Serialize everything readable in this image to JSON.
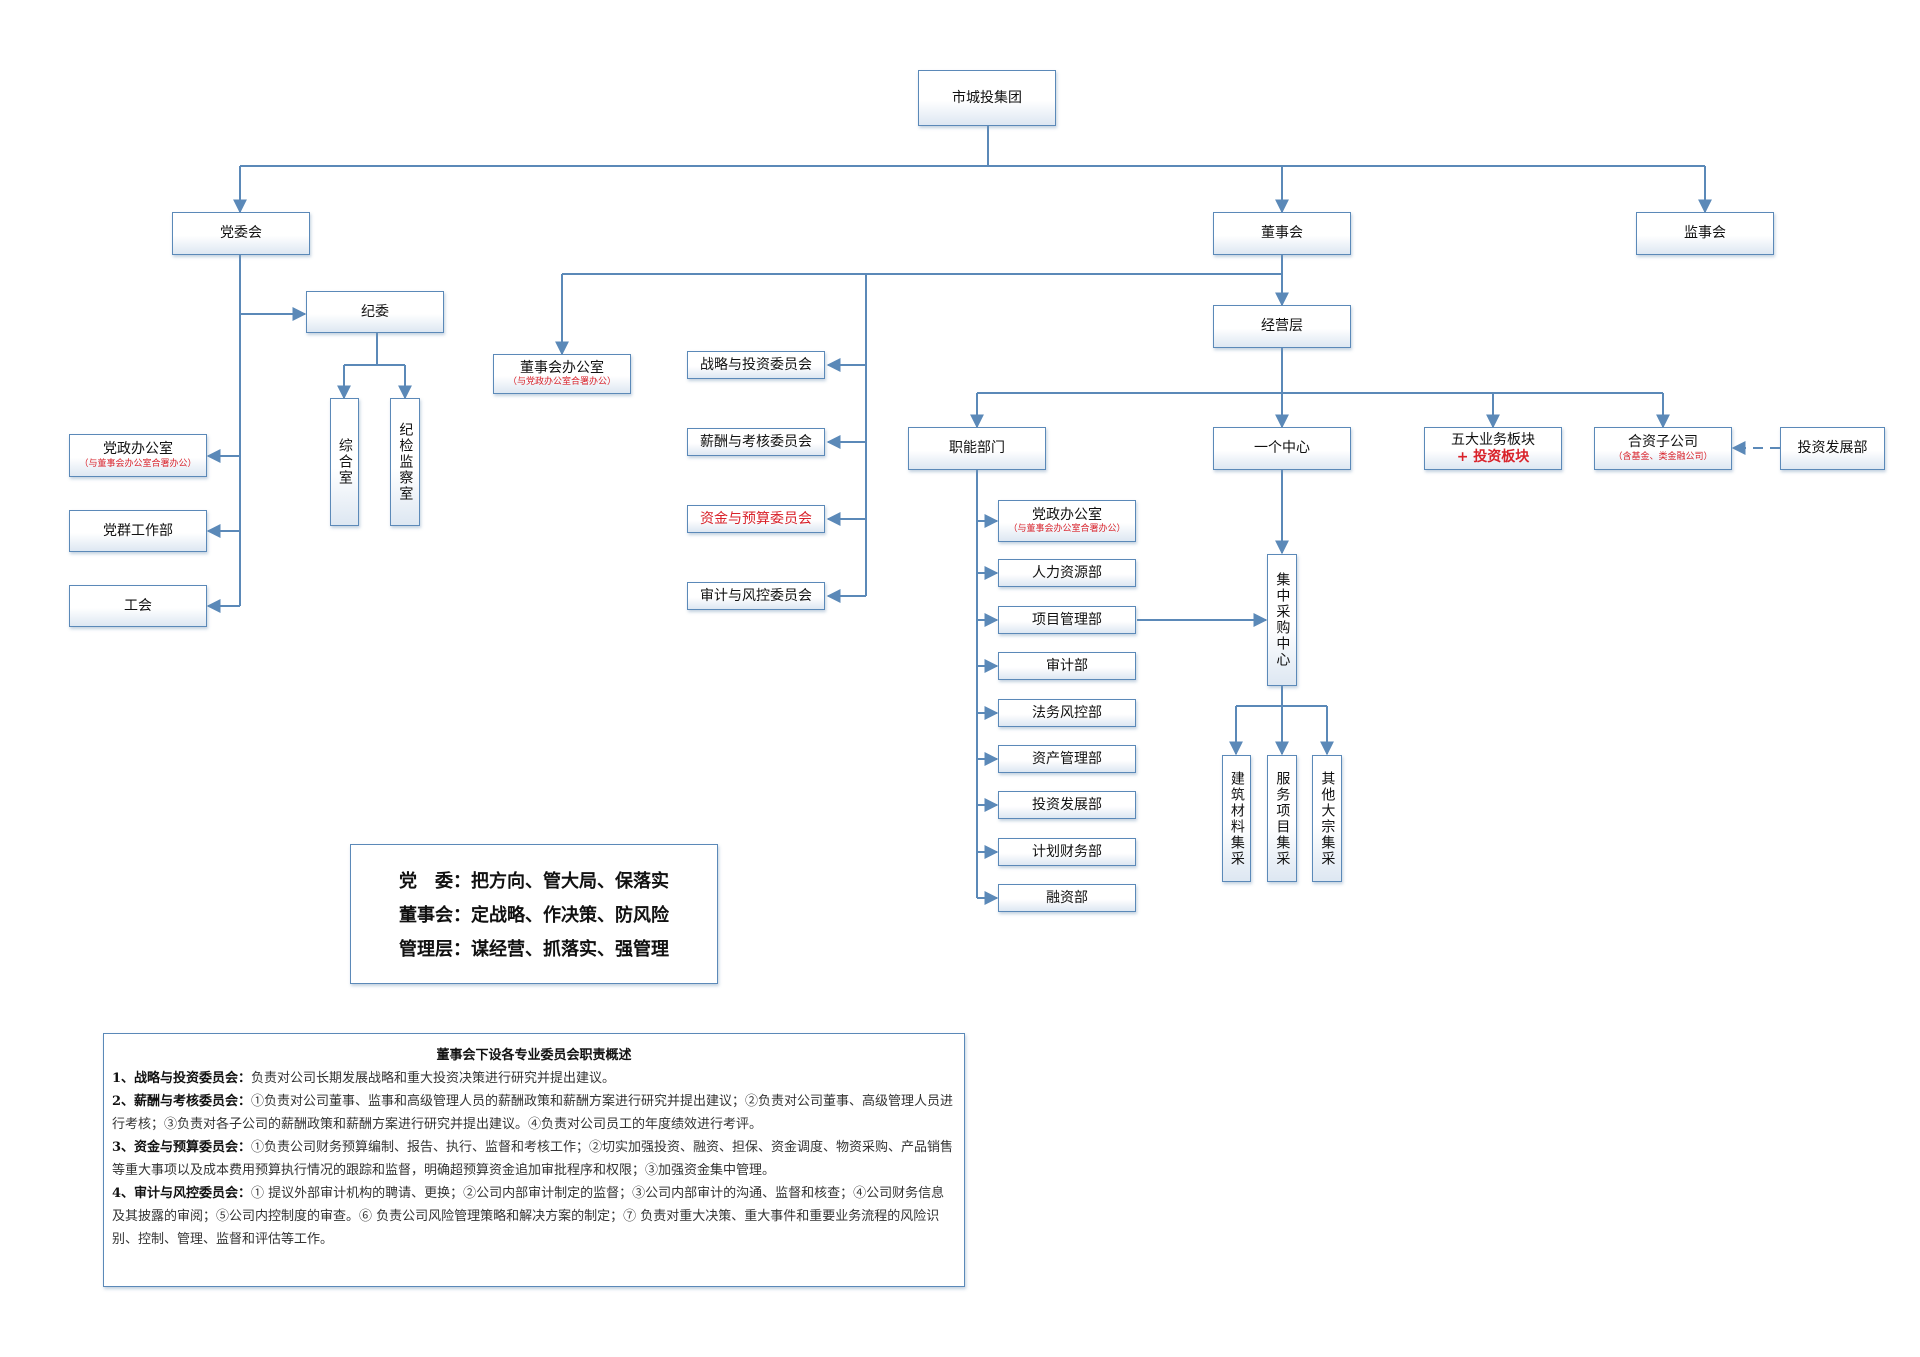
{
  "org": {
    "root": "市城投集团",
    "party_committee": "党委会",
    "board": "董事会",
    "supervisory_board": "监事会",
    "discipline": "纪委",
    "general_office": "综合室",
    "inspection_office": "纪检监察室",
    "party_office": {
      "label": "党政办公室",
      "note": "（与董事会办公室合署办公）"
    },
    "mass_work": "党群工作部",
    "union": "工会",
    "board_office": {
      "label": "董事会办公室",
      "note": "（与党政办公室合署办公）"
    },
    "committees": [
      "战略与投资委员会",
      "薪酬与考核委员会",
      "资金与预算委员会",
      "审计与风控委员会"
    ],
    "management": "经营层",
    "functional_depts": "职能部门",
    "one_center": "一个中心",
    "five_sectors": {
      "label": "五大业务板块",
      "extra": "+ 投资板块"
    },
    "jv": {
      "label": "合资子公司",
      "note": "（含基金、类金融公司）"
    },
    "invest_dev_external": "投资发展部",
    "depts": [
      {
        "label": "党政办公室",
        "note": "（与董事会办公室合署办公）"
      },
      {
        "label": "人力资源部"
      },
      {
        "label": "项目管理部"
      },
      {
        "label": "审计部"
      },
      {
        "label": "法务风控部"
      },
      {
        "label": "资产管理部"
      },
      {
        "label": "投资发展部"
      },
      {
        "label": "计划财务部"
      },
      {
        "label": "融资部"
      }
    ],
    "procurement_center": "集中采购中心",
    "procurement_subs": [
      "建筑材料集采",
      "服务项目集采",
      "其他大宗集采"
    ]
  },
  "duties": [
    "党　委：把方向、管大局、保落实",
    "董事会：定战略、作决策、防风险",
    "管理层：谋经营、抓落实、强管理"
  ],
  "notes": {
    "title": "董事会下设各专业委员会职责概述",
    "items": [
      {
        "lead": "1、战略与投资委员会：",
        "text": "负责对公司长期发展战略和重大投资决策进行研究并提出建议。"
      },
      {
        "lead": "2、薪酬与考核委员会：",
        "text": "①负责对公司董事、监事和高级管理人员的薪酬政策和薪酬方案进行研究并提出建议；②负责对公司董事、高级管理人员进行考核；③负责对各子公司的薪酬政策和薪酬方案进行研究并提出建议。④负责对公司员工的年度绩效进行考评。"
      },
      {
        "lead": "3、资金与预算委员会：",
        "text": "①负责公司财务预算编制、报告、执行、监督和考核工作；②切实加强投资、融资、担保、资金调度、物资采购、产品销售等重大事项以及成本费用预算执行情况的跟踪和监督，明确超预算资金追加审批程序和权限；③加强资金集中管理。"
      },
      {
        "lead": "4、审计与风控委员会：",
        "text": "① 提议外部审计机构的聘请、更换；②公司内部审计制定的监督；③公司内部审计的沟通、监督和核查；④公司财务信息及其披露的审阅；⑤公司内控制度的审查。⑥ 负责公司风险管理策略和解决方案的制定；⑦ 负责对重大决策、重大事件和重要业务流程的风险识别、控制、管理、监督和评估等工作。"
      }
    ]
  },
  "colors": {
    "line": "#5b89b8",
    "accent_red": "#d9222a"
  }
}
